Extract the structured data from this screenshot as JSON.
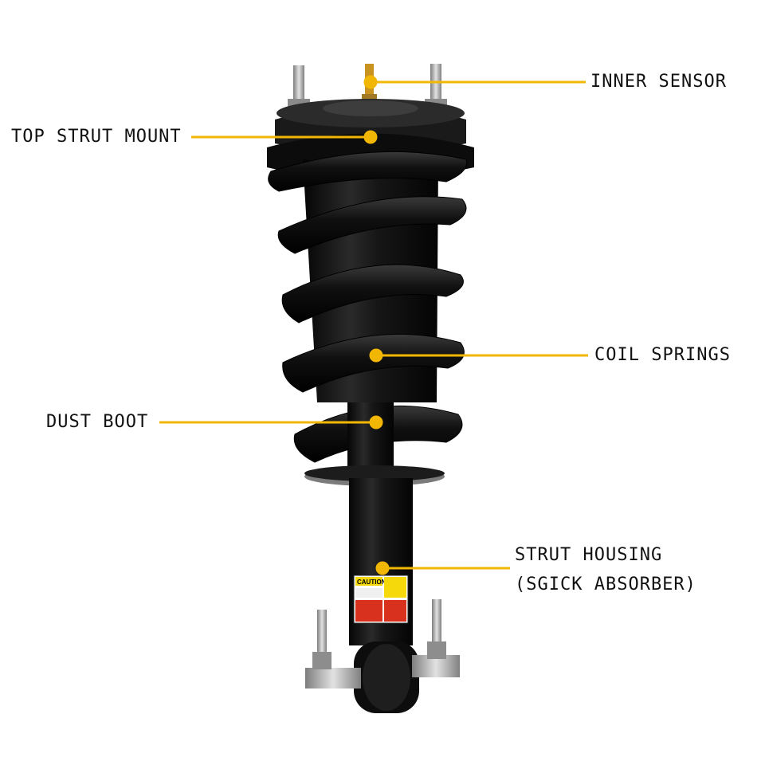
{
  "labels": {
    "inner_sensor": "INNER SENSOR",
    "top_strut_mount": "TOP STRUT MOUNT",
    "coil_springs": "COIL SPRINGS",
    "dust_boot": "DUST BOOT",
    "strut_housing_line1": "STRUT HOUSING",
    "strut_housing_line2": "(SGICK ABSORBER)"
  },
  "sticker": {
    "caution": "CAUTION"
  },
  "colors": {
    "callout": "#f2b705",
    "strut_black": "#141414",
    "metal": "#9a9a9a",
    "warning_yellow": "#f5d90a",
    "warning_red": "#d8321e"
  }
}
